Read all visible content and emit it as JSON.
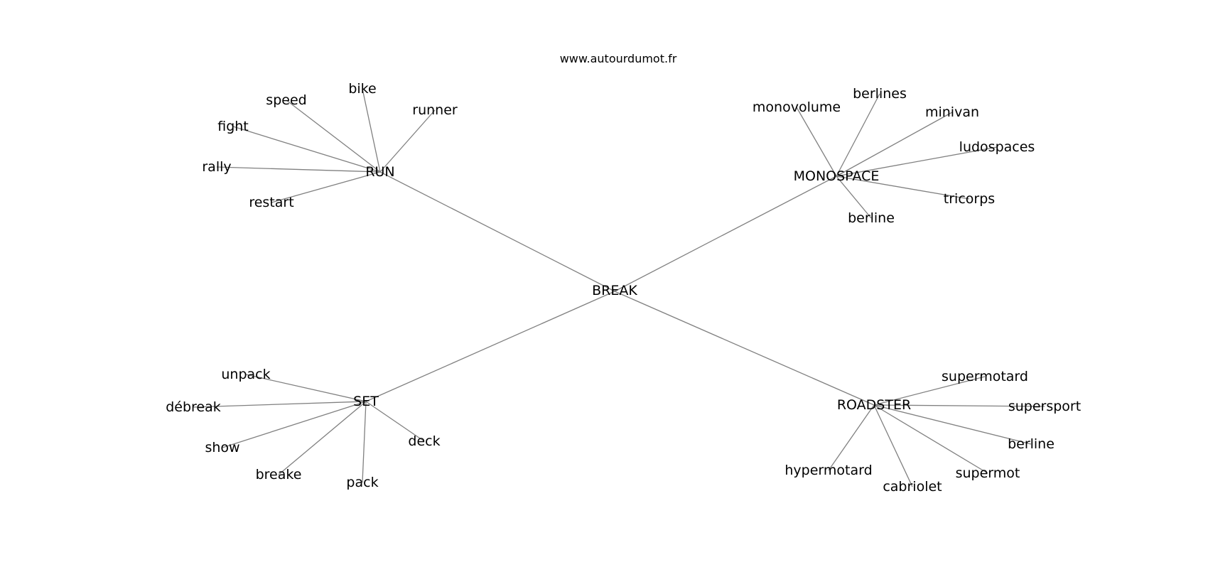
{
  "site": "www.autourdumot.fr",
  "center": "BREAK",
  "groups": [
    {
      "hub": "RUN",
      "leaves": [
        "bike",
        "speed",
        "runner",
        "fight",
        "rally",
        "restart"
      ]
    },
    {
      "hub": "MONOSPACE",
      "leaves": [
        "berlines",
        "monovolume",
        "minivan",
        "ludospaces",
        "tricorps",
        "berline"
      ]
    },
    {
      "hub": "SET",
      "leaves": [
        "unpack",
        "débreak",
        "show",
        "deck",
        "breake",
        "pack"
      ]
    },
    {
      "hub": "ROADSTER",
      "leaves": [
        "supermotard",
        "supersport",
        "berline",
        "supermot",
        "hypermotard",
        "cabriolet"
      ]
    }
  ],
  "colors": {
    "edge": "#808080",
    "text": "#000000",
    "background": "#ffffff"
  }
}
